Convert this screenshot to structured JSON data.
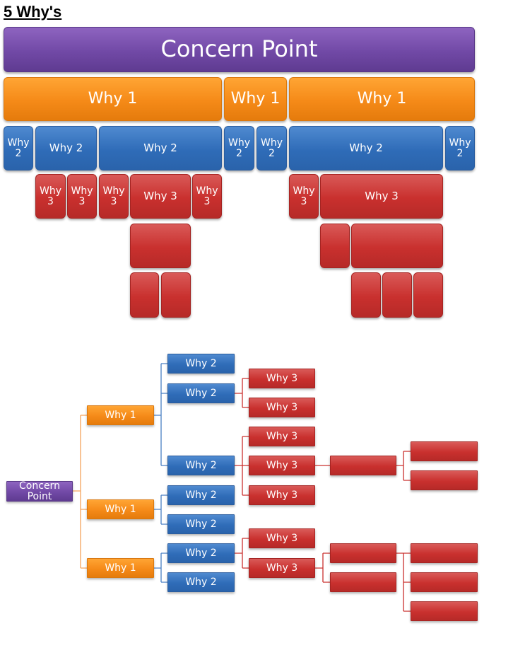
{
  "title": "5 Why's",
  "top": {
    "concern": "Concern Point",
    "why1": "Why 1",
    "why2_wide": "Why 2",
    "why2_narrow": "Why\n2",
    "why3_wide": "Why 3",
    "why3_narrow": "Why\n3"
  },
  "tree": {
    "concern": "Concern Point",
    "why1": "Why 1",
    "why2": "Why 2",
    "why3": "Why 3"
  },
  "colors": {
    "concern": "#7149a6",
    "why1": "#f58a18",
    "why2": "#2f6cb8",
    "why3": "#c9302e",
    "connector_why1": "#f5a35c",
    "connector_why2": "#4a7fc4",
    "connector_why3": "#c9302e"
  }
}
